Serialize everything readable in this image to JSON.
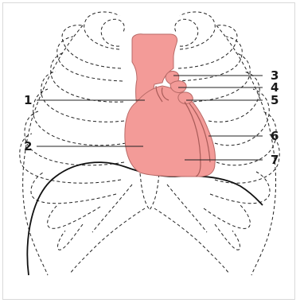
{
  "diagram": {
    "labels": [
      {
        "id": "1",
        "text": "1"
      },
      {
        "id": "2",
        "text": "2"
      },
      {
        "id": "3",
        "text": "3"
      },
      {
        "id": "4",
        "text": "4"
      },
      {
        "id": "5",
        "text": "5"
      },
      {
        "id": "6",
        "text": "6"
      },
      {
        "id": "7",
        "text": "7"
      }
    ],
    "colors": {
      "heart_fill": "#f39b98",
      "heart_outline": "#b86a67",
      "rib_stroke": "#222222",
      "frame_border": "#d9d9d9"
    }
  }
}
